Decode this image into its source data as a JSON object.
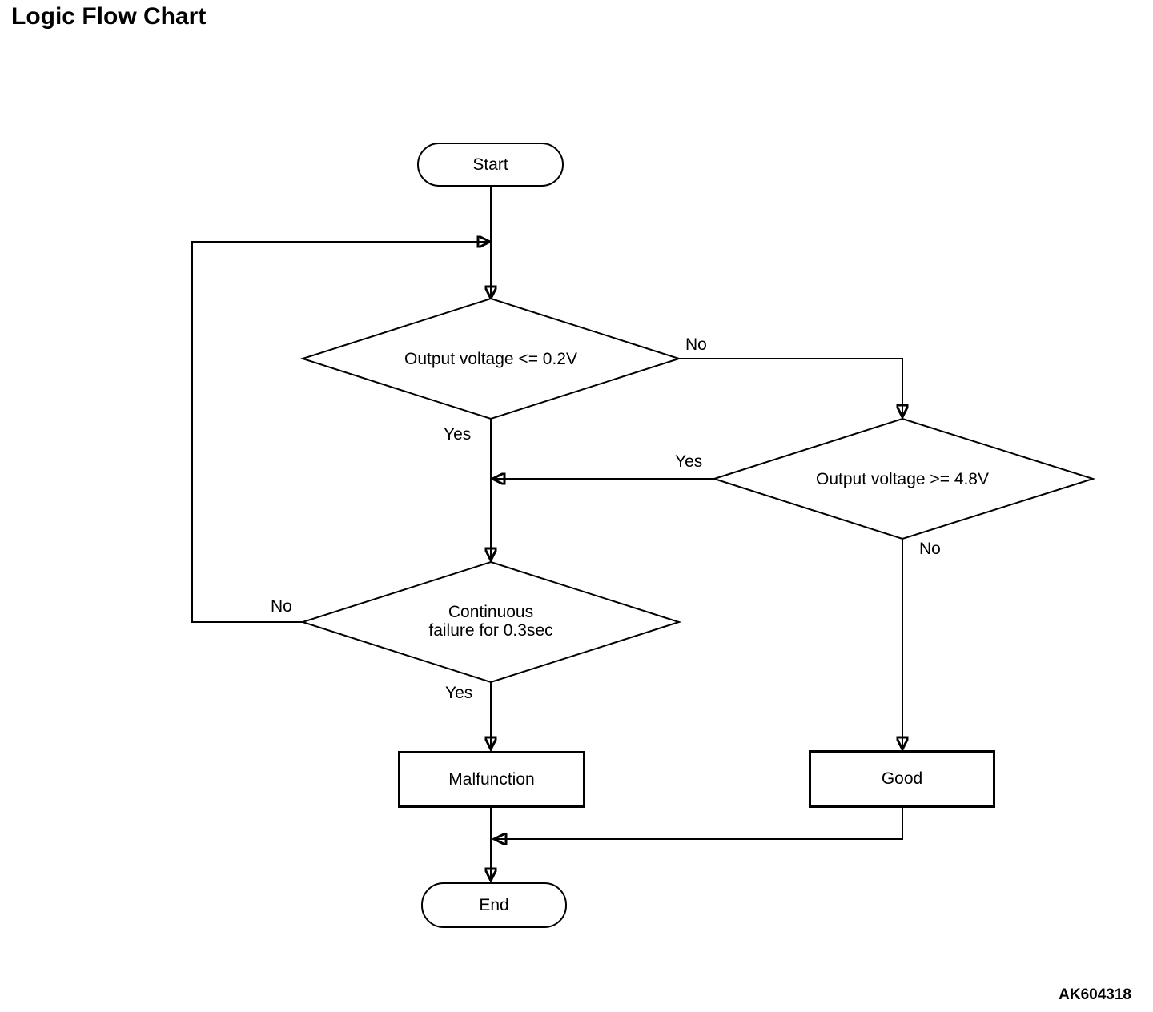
{
  "title": "Logic Flow Chart",
  "figure_code": "AK604318",
  "colors": {
    "line": "#000000",
    "background": "#ffffff",
    "text": "#000000"
  },
  "nodes": {
    "start": {
      "type": "terminator",
      "label": "Start"
    },
    "output_low_check": {
      "type": "decision",
      "label": "Output voltage <= 0.2V"
    },
    "output_high_check": {
      "type": "decision",
      "label": "Output voltage >= 4.8V"
    },
    "continuous_failure_check": {
      "type": "decision",
      "label": "Continuous failure for 0.3sec",
      "label_lines": [
        "Continuous",
        "failure for 0.3sec"
      ]
    },
    "malfunction": {
      "type": "process",
      "label": "Malfunction"
    },
    "good": {
      "type": "process",
      "label": "Good"
    },
    "end": {
      "type": "terminator",
      "label": "End"
    }
  },
  "edges": [
    {
      "from": "start",
      "to": "output_low_check",
      "label": ""
    },
    {
      "from": "output_low_check",
      "to": "output_high_check",
      "label": "No"
    },
    {
      "from": "output_low_check",
      "to": "continuous_failure_check",
      "label": "Yes"
    },
    {
      "from": "output_high_check",
      "to": "continuous_failure_check",
      "label": "Yes"
    },
    {
      "from": "output_high_check",
      "to": "good",
      "label": "No"
    },
    {
      "from": "continuous_failure_check",
      "to": "output_low_check",
      "label": "No"
    },
    {
      "from": "continuous_failure_check",
      "to": "malfunction",
      "label": "Yes"
    },
    {
      "from": "malfunction",
      "to": "end",
      "label": ""
    },
    {
      "from": "good",
      "to": "end",
      "label": ""
    }
  ]
}
